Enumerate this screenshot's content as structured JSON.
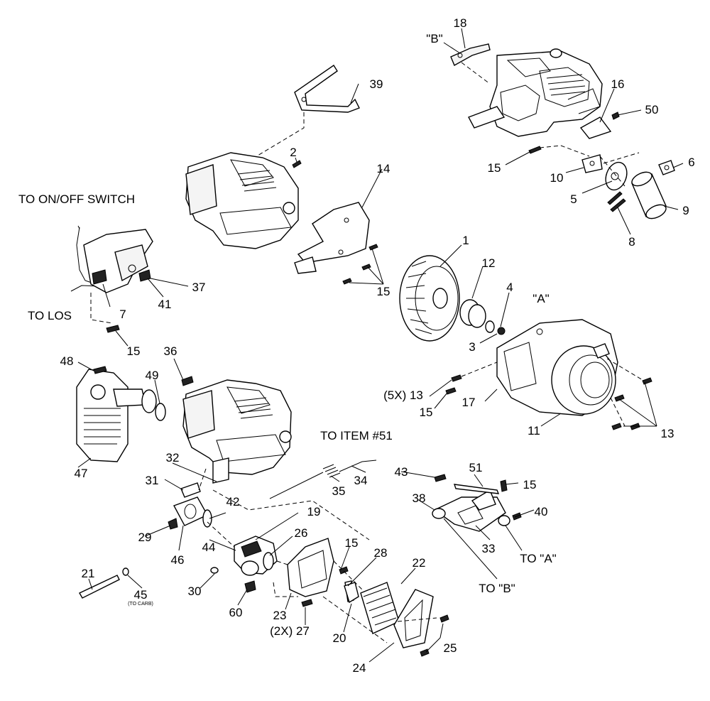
{
  "callouts": {
    "c18": "18",
    "cB_top": "\"B\"",
    "c39": "39",
    "c16": "16",
    "c50": "50",
    "c2": "2",
    "c14": "14",
    "c15_a": "15",
    "c10": "10",
    "c6": "6",
    "c5": "5",
    "c9": "9",
    "c8": "8",
    "c1": "1",
    "c12": "12",
    "c4": "4",
    "c3": "3",
    "cA_top": "\"A\"",
    "c15_b": "15",
    "c37": "37",
    "c41": "41",
    "c7": "7",
    "c15_c": "15",
    "c48": "48",
    "c36": "36",
    "c49": "49",
    "c47": "47",
    "c5x13": "(5X) 13",
    "c15_d": "15",
    "c17": "17",
    "c11": "11",
    "c13": "13",
    "c32": "32",
    "c34": "34",
    "c35": "35",
    "c31": "31",
    "c42": "42",
    "c19": "19",
    "c29": "29",
    "c46": "46",
    "c44": "44",
    "c26": "26",
    "c43": "43",
    "c51": "51",
    "c15_e": "15",
    "c38": "38",
    "c40": "40",
    "c33": "33",
    "c15_f": "15",
    "c28": "28",
    "c22": "22",
    "c21": "21",
    "c45": "45",
    "c30": "30",
    "c23": "23",
    "c60": "60",
    "c2x27": "(2X) 27",
    "c20": "20",
    "c25": "25",
    "c24": "24"
  },
  "notes": {
    "to_on_off_switch": "TO ON/OFF SWITCH",
    "to_los": "TO LOS",
    "to_item_51": "TO ITEM #51",
    "to_a": "TO \"A\"",
    "to_b": "TO \"B\"",
    "to_carb": "(TO CARB)"
  }
}
